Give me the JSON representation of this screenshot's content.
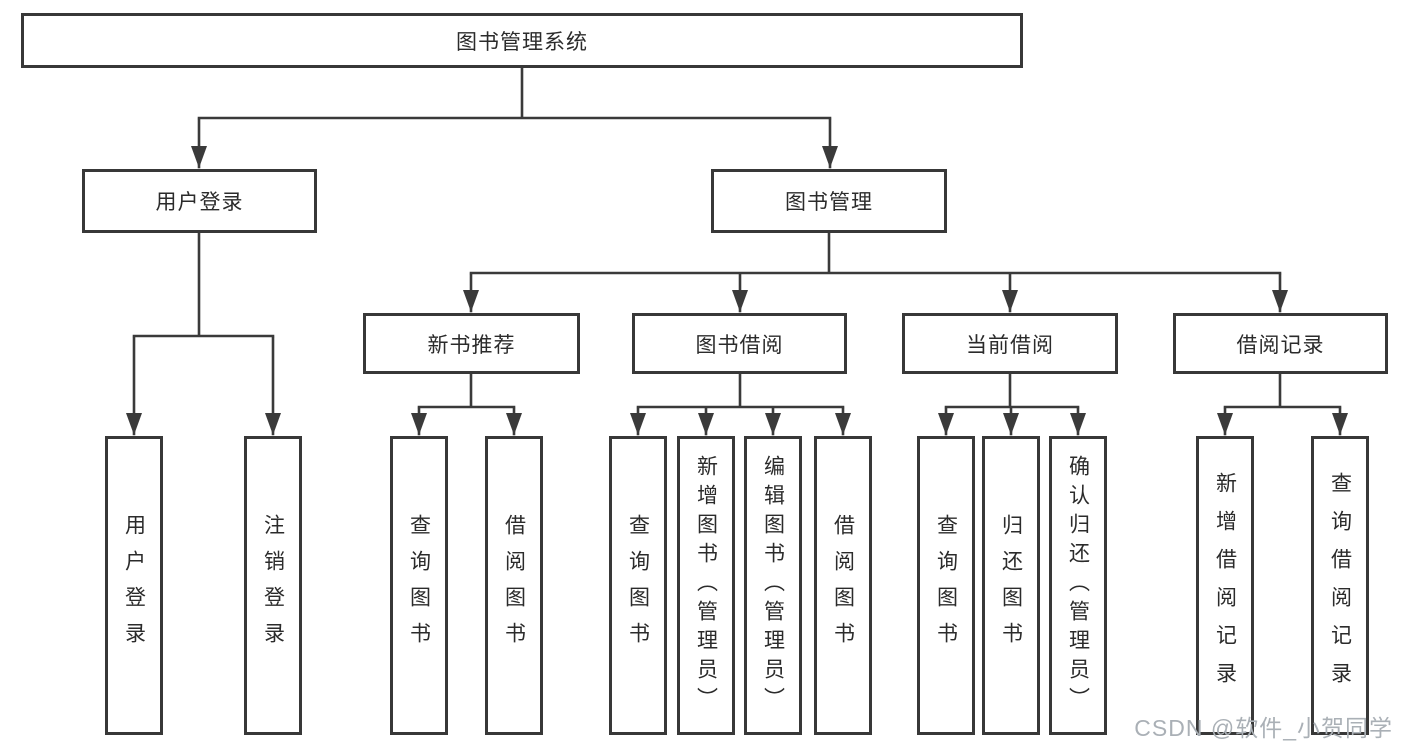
{
  "nodes": {
    "root": {
      "label": "图书管理系统"
    },
    "user_login": {
      "label": "用户登录"
    },
    "book_management": {
      "label": "图书管理"
    },
    "new_book_recommend": {
      "label": "新书推荐"
    },
    "book_borrowing": {
      "label": "图书借阅"
    },
    "current_borrowing": {
      "label": "当前借阅"
    },
    "borrowing_records": {
      "label": "借阅记录"
    },
    "leaves": {
      "user_login": [
        "用户登录",
        "注销登录"
      ],
      "new_book_recommend": [
        "查询图书",
        "借阅图书"
      ],
      "book_borrowing": [
        "查询图书",
        "新增图书（管理员）",
        "编辑图书（管理员）",
        "借阅图书"
      ],
      "current_borrowing": [
        "查询图书",
        "归还图书",
        "确认归还（管理员）"
      ],
      "borrowing_records": [
        "新增借阅记录",
        "查询借阅记录"
      ]
    }
  },
  "watermark": "CSDN @软件_小贺同学",
  "colors": {
    "line": "#3a3a3a",
    "text": "#2b2b2b",
    "watermark": "#aab0b6",
    "background": "#ffffff"
  }
}
